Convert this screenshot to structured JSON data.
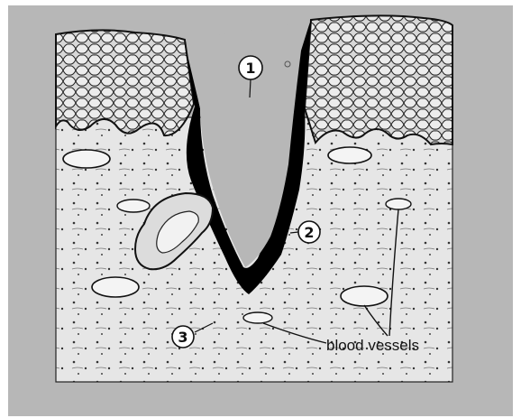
{
  "diagram": {
    "labels": [
      {
        "id": "label-1",
        "text": "1"
      },
      {
        "id": "label-2",
        "text": "2"
      },
      {
        "id": "label-3",
        "text": "3"
      }
    ],
    "caption": "blood vessels"
  },
  "colors": {
    "background": "#b7b7b7",
    "tissue": "#e6e6e6",
    "epidermis": "#d2d2d2",
    "ulcer_border": "#000000",
    "ink": "#111111"
  }
}
